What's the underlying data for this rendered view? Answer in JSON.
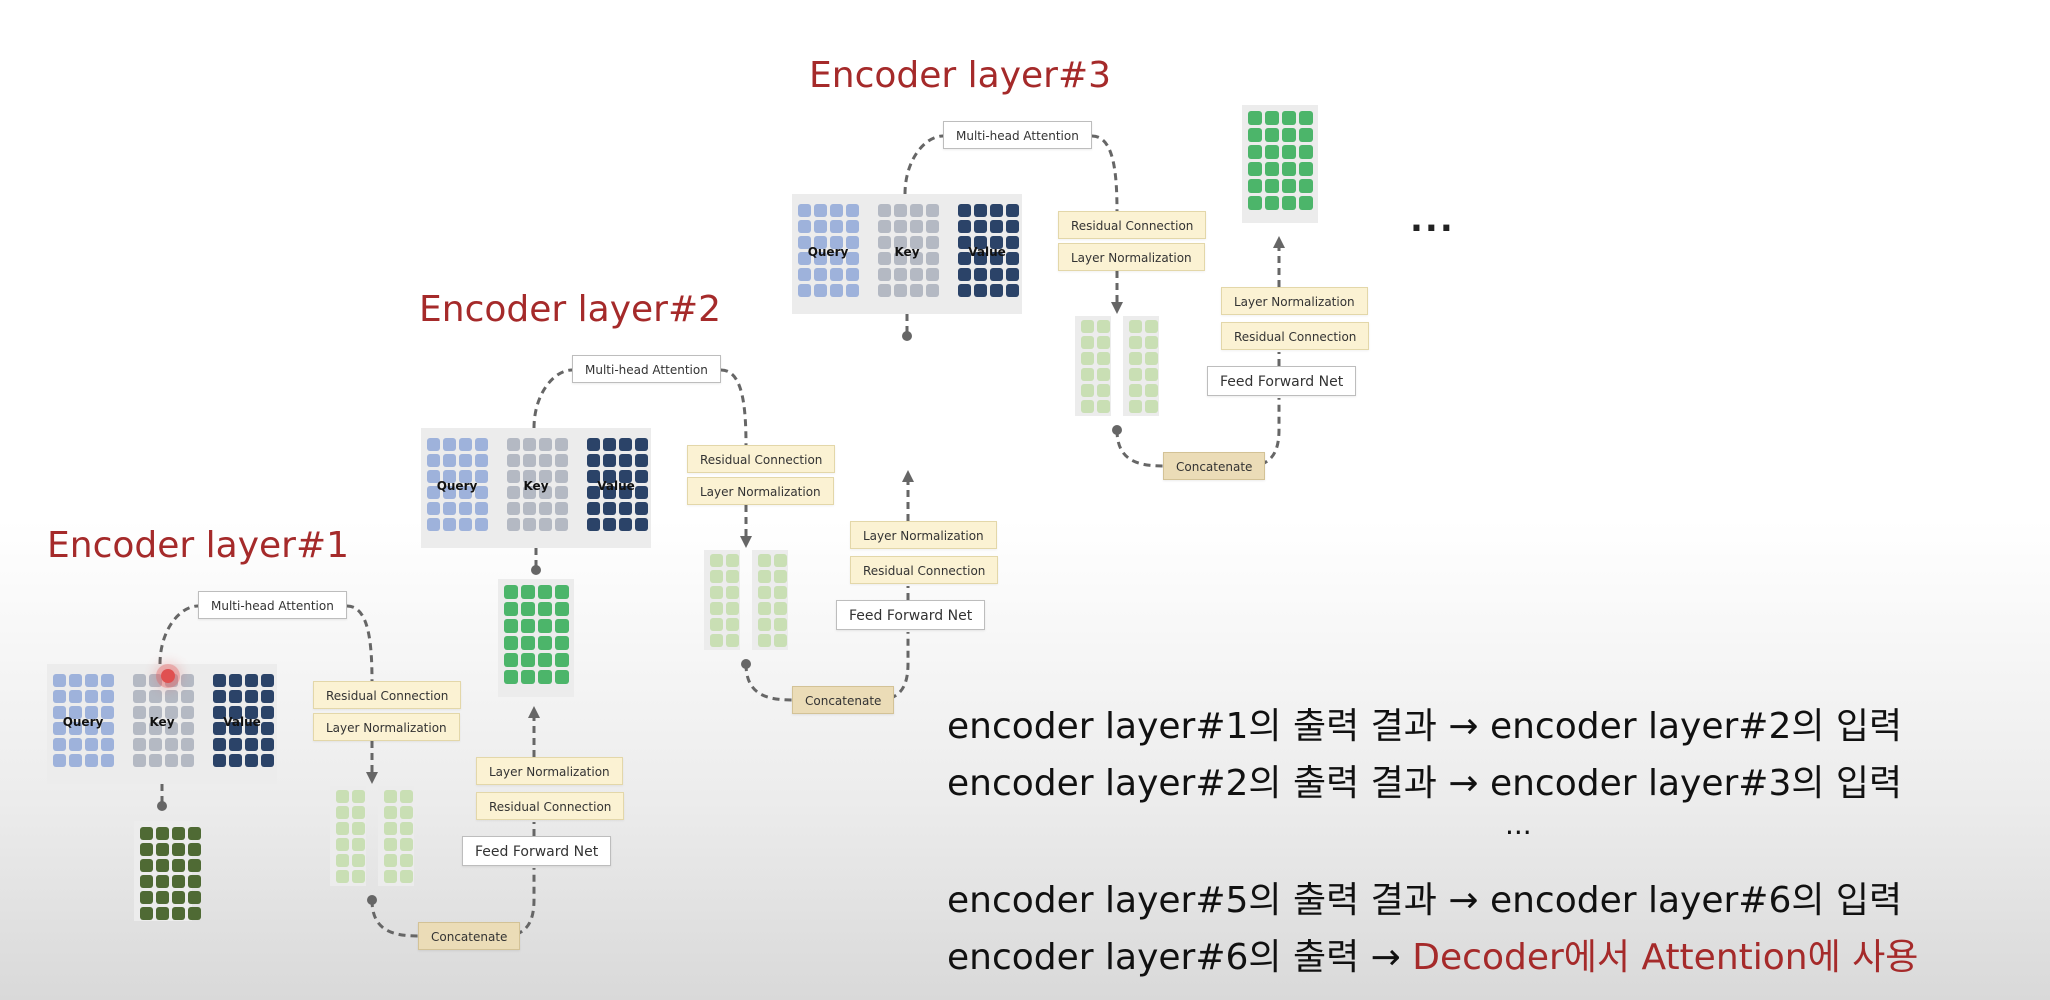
{
  "layers": [
    {
      "title": "Encoder layer#1",
      "attention": "Multi-head Attention",
      "residual_top": "Residual Connection",
      "layernorm_top": "Layer Normalization",
      "layernorm_bottom": "Layer Normalization",
      "residual_bottom": "Residual Connection",
      "ffn": "Feed Forward Net",
      "concat": "Concatenate",
      "query": "Query",
      "key": "Key",
      "value": "Value"
    },
    {
      "title": "Encoder layer#2",
      "attention": "Multi-head Attention",
      "residual_top": "Residual Connection",
      "layernorm_top": "Layer Normalization",
      "layernorm_bottom": "Layer Normalization",
      "residual_bottom": "Residual Connection",
      "ffn": "Feed Forward Net",
      "concat": "Concatenate",
      "query": "Query",
      "key": "Key",
      "value": "Value"
    },
    {
      "title": "Encoder layer#3",
      "attention": "Multi-head Attention",
      "residual_top": "Residual Connection",
      "layernorm_top": "Layer Normalization",
      "layernorm_bottom": "Layer Normalization",
      "residual_bottom": "Residual Connection",
      "ffn": "Feed Forward Net",
      "concat": "Concatenate",
      "query": "Query",
      "key": "Key",
      "value": "Value"
    }
  ],
  "ellipsis": "...",
  "annotations": {
    "line1": "encoder layer#1의 출력 결과 → encoder layer#2의 입력",
    "line2": "encoder layer#2의 출력 결과 → encoder layer#3의 입력",
    "dots": "...",
    "line3": "encoder layer#5의 출력 결과 → encoder layer#6의 입력",
    "line4_prefix": "encoder layer#6의 출력 → ",
    "line4_highlight": "Decoder에서 Attention에 사용"
  },
  "colors": {
    "title": "#a52a2a",
    "query": "#9eb2db",
    "key": "#b4b9c3",
    "value": "#2b4368",
    "output_green": "#4cb56a",
    "output_dark_green": "#4f6a34",
    "split_light_green": "#c9dfb4"
  }
}
